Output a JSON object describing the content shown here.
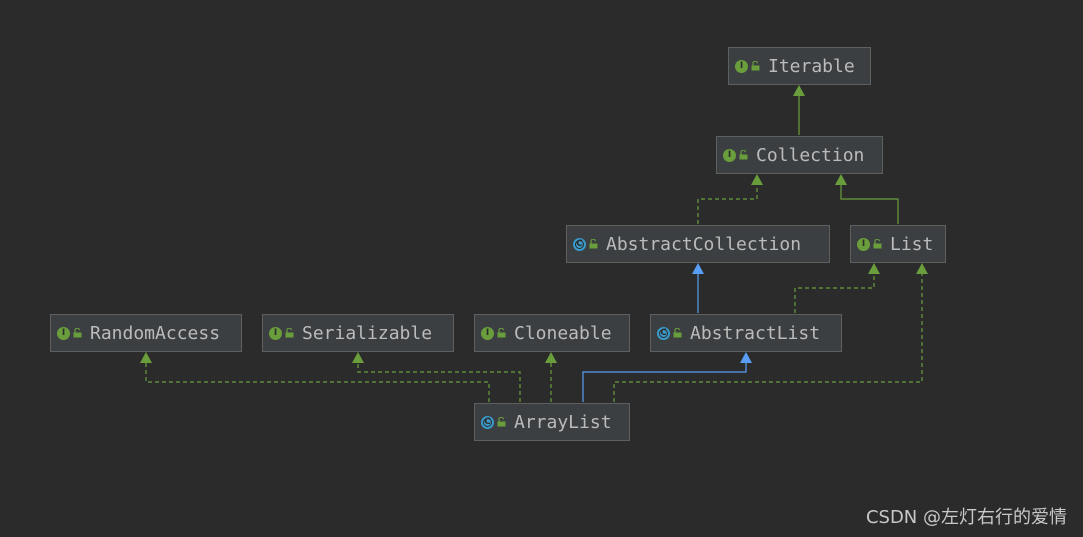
{
  "colors": {
    "background": "#2b2b2b",
    "node_fill": "#3c3f41",
    "node_border": "#5e6060",
    "text": "#bbbbbb",
    "implements_edge": "#6a9e3c",
    "extends_edge": "#589df6",
    "interface_badge": "#6a9e3c",
    "class_badge": "#3a9ac9"
  },
  "nodes": [
    {
      "id": "iterable",
      "label": "Iterable",
      "kind": "interface",
      "kind_icon": "interface-icon",
      "access_icon": "unlock-icon"
    },
    {
      "id": "collection",
      "label": "Collection",
      "kind": "interface",
      "kind_icon": "interface-icon",
      "access_icon": "unlock-icon"
    },
    {
      "id": "abstract_collection",
      "label": "AbstractCollection",
      "kind": "abstract-class",
      "kind_icon": "abstract-class-icon",
      "access_icon": "unlock-icon"
    },
    {
      "id": "list",
      "label": "List",
      "kind": "interface",
      "kind_icon": "interface-icon",
      "access_icon": "unlock-icon"
    },
    {
      "id": "random_access",
      "label": "RandomAccess",
      "kind": "interface",
      "kind_icon": "interface-icon",
      "access_icon": "unlock-icon"
    },
    {
      "id": "serializable",
      "label": "Serializable",
      "kind": "interface",
      "kind_icon": "interface-icon",
      "access_icon": "unlock-icon"
    },
    {
      "id": "cloneable",
      "label": "Cloneable",
      "kind": "interface",
      "kind_icon": "interface-icon",
      "access_icon": "unlock-icon"
    },
    {
      "id": "abstract_list",
      "label": "AbstractList",
      "kind": "abstract-class",
      "kind_icon": "abstract-class-icon",
      "access_icon": "unlock-icon"
    },
    {
      "id": "array_list",
      "label": "ArrayList",
      "kind": "class",
      "kind_icon": "class-icon",
      "access_icon": "unlock-icon"
    }
  ],
  "edges": [
    {
      "from": "collection",
      "to": "iterable",
      "relation": "extends-interface",
      "style": "solid-green"
    },
    {
      "from": "abstract_collection",
      "to": "collection",
      "relation": "implements",
      "style": "dashed-green"
    },
    {
      "from": "list",
      "to": "collection",
      "relation": "extends-interface",
      "style": "solid-green"
    },
    {
      "from": "abstract_list",
      "to": "abstract_collection",
      "relation": "extends",
      "style": "solid-blue"
    },
    {
      "from": "abstract_list",
      "to": "list",
      "relation": "implements",
      "style": "dashed-green"
    },
    {
      "from": "array_list",
      "to": "random_access",
      "relation": "implements",
      "style": "dashed-green"
    },
    {
      "from": "array_list",
      "to": "serializable",
      "relation": "implements",
      "style": "dashed-green"
    },
    {
      "from": "array_list",
      "to": "cloneable",
      "relation": "implements",
      "style": "dashed-green"
    },
    {
      "from": "array_list",
      "to": "abstract_list",
      "relation": "extends",
      "style": "solid-blue"
    },
    {
      "from": "array_list",
      "to": "list",
      "relation": "implements",
      "style": "dashed-green"
    }
  ],
  "watermark": "CSDN @左灯右行的爱情"
}
